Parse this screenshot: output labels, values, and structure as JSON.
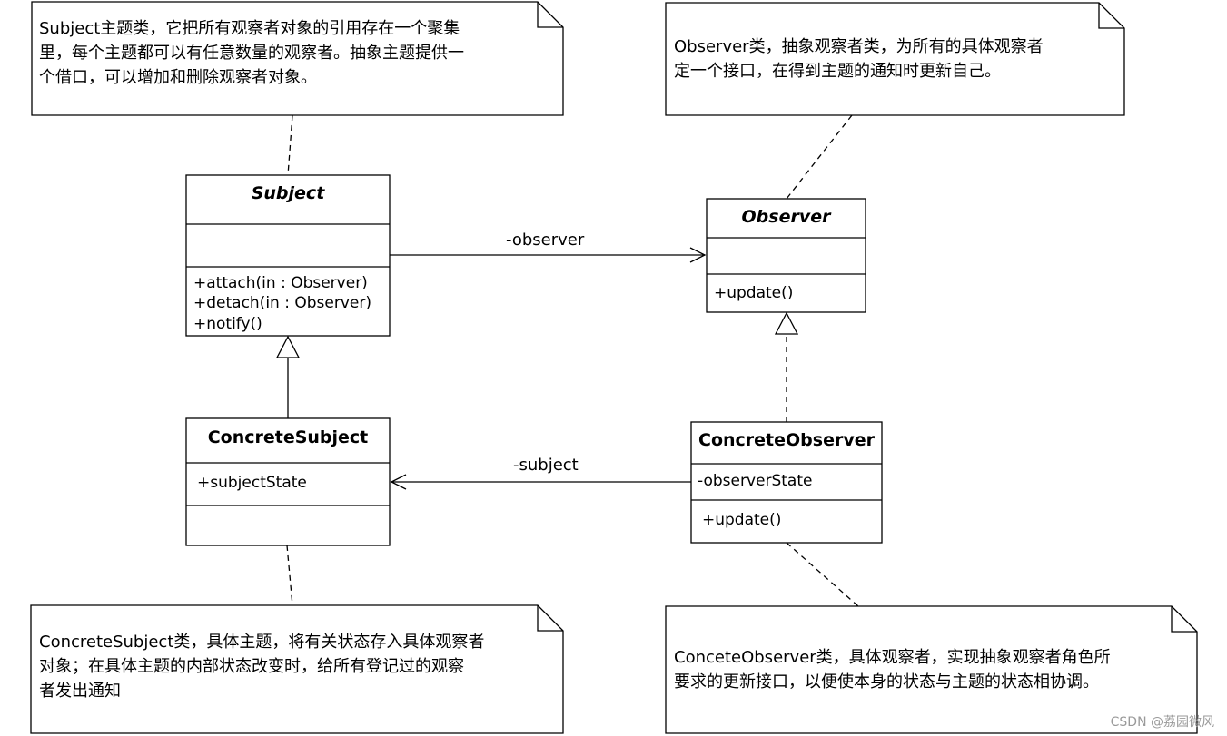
{
  "notes": {
    "subject": "Subject主题类，它把所有观察者对象的引用存在一个聚集\n里，每个主题都可以有任意数量的观察者。抽象主题提供一\n个借口，可以增加和删除观察者对象。",
    "observer": "Observer类，抽象观察者类，为所有的具体观察者\n定一个接口，在得到主题的通知时更新自己。",
    "concrete_subject": "ConcreteSubject类，具体主题，将有关状态存入具体观察者\n对象；在具体主题的内部状态改变时，给所有登记过的观察\n者发出通知",
    "concrete_observer": "ConceteObserver类，具体观察者，实现抽象观察者角色所\n要求的更新接口，以便使本身的状态与主题的状态相协调。"
  },
  "classes": {
    "subject": {
      "name": "Subject",
      "attributes": [],
      "operations": [
        "+attach(in : Observer)",
        "+detach(in : Observer)",
        "+notify()"
      ]
    },
    "observer": {
      "name": "Observer",
      "attributes": [],
      "operations": [
        "+update()"
      ]
    },
    "concrete_subject": {
      "name": "ConcreteSubject",
      "attributes": [
        "+subjectState"
      ],
      "operations": []
    },
    "concrete_observer": {
      "name": "ConcreteObserver",
      "attributes": [
        "-observerState"
      ],
      "operations": [
        "+update()"
      ]
    }
  },
  "associations": {
    "subject_to_observer": "-observer",
    "concrete_observer_to_concrete_subject": "-subject"
  },
  "watermark": "CSDN @荔园微风"
}
